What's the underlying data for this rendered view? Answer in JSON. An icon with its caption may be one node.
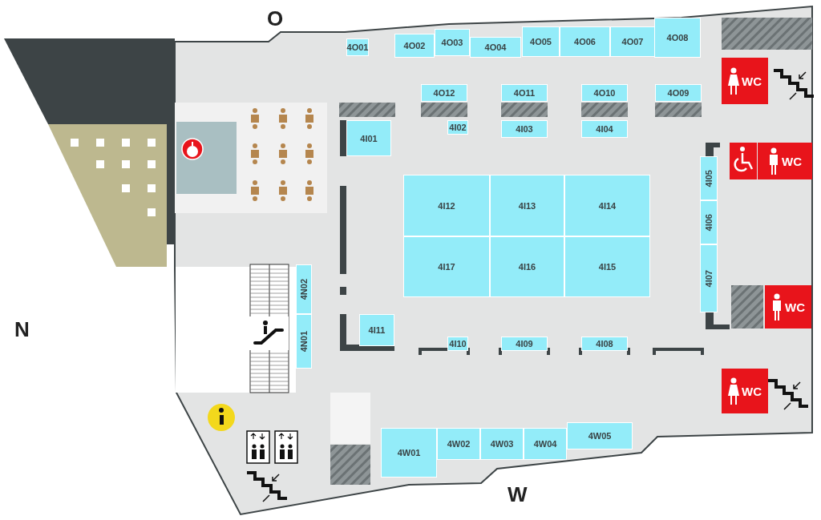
{
  "diagram": {
    "nodes": [
      {
        "text": [
          "4O01"
        ]
      },
      {
        "text": [
          "4O02"
        ]
      },
      {
        "text": [
          "4O03"
        ]
      },
      {
        "text": [
          "4O04"
        ]
      },
      {
        "text": [
          "4O05"
        ]
      },
      {
        "text": [
          "4O06"
        ]
      },
      {
        "text": [
          "4O07"
        ]
      },
      {
        "text": [
          "4O08"
        ]
      },
      {
        "text": [
          "WC"
        ]
      },
      {
        "text": [
          "4O12"
        ]
      },
      {
        "text": [
          "4O11"
        ]
      },
      {
        "text": [
          "4O10"
        ]
      },
      {
        "text": [
          "4O09"
        ]
      },
      {
        "text": [
          "4I01"
        ]
      },
      {
        "text": [
          "4I02"
        ]
      },
      {
        "text": [
          "4I03"
        ]
      },
      {
        "text": [
          "4I04"
        ]
      },
      {
        "text": [
          "WC"
        ]
      },
      {
        "text": [
          "4I05"
        ]
      },
      {
        "text": [
          "4I12"
        ]
      },
      {
        "text": [
          "4I13"
        ]
      },
      {
        "text": [
          "4I14"
        ]
      },
      {
        "text": [
          "4I06"
        ]
      },
      {
        "text": [
          "4I17"
        ]
      },
      {
        "text": [
          "4I16"
        ]
      },
      {
        "text": [
          "4I15"
        ]
      },
      {
        "text": [
          "4I07"
        ]
      },
      {
        "text": [
          "4N02"
        ]
      },
      {
        "text": [
          "WC"
        ]
      },
      {
        "text": [
          "4N01"
        ]
      },
      {
        "text": [
          "4I11"
        ]
      },
      {
        "text": [
          "4I10"
        ]
      },
      {
        "text": [
          "4I09"
        ]
      },
      {
        "text": [
          "4I08"
        ]
      },
      {
        "text": [
          "WC"
        ]
      },
      {
        "text": [
          "4W05"
        ]
      },
      {
        "text": [
          "4W01"
        ]
      },
      {
        "text": [
          "4W02"
        ]
      },
      {
        "text": [
          "4W03"
        ]
      },
      {
        "text": [
          "4W04"
        ]
      }
    ],
    "labels": [
      "O",
      "N",
      "W"
    ]
  }
}
